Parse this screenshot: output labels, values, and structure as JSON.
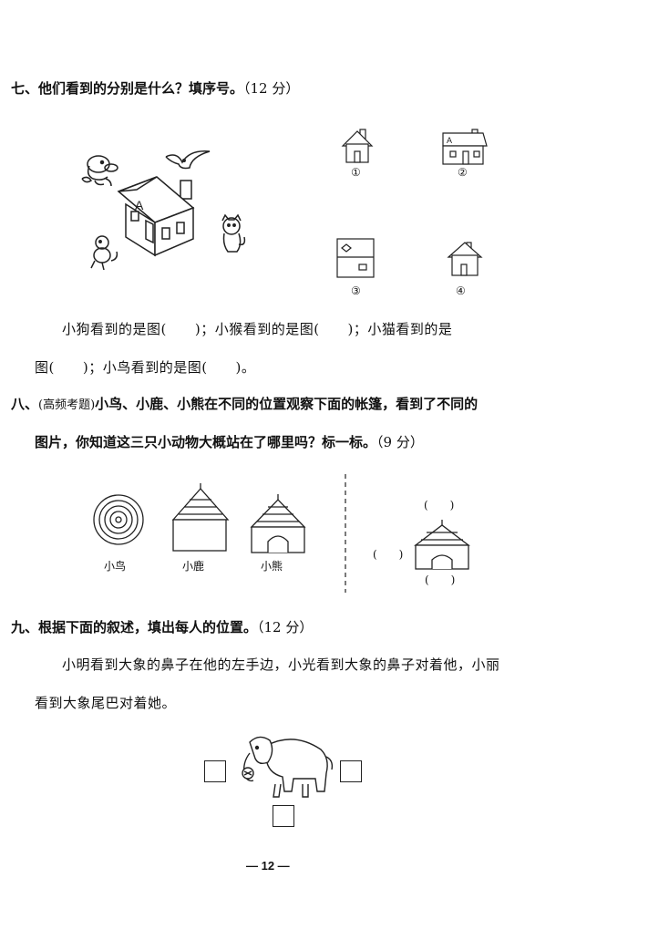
{
  "q7": {
    "title": "七、他们看到的分别是什么？填序号。",
    "score": "（12 分）",
    "options": [
      "①",
      "②",
      "③",
      "④"
    ],
    "roof_letter": "A",
    "line1": "小狗看到的是图(　　)；小猴看到的是图(　　)；小猫看到的是",
    "line2": "图(　　)；小鸟看到的是图(　　)。"
  },
  "q8": {
    "title_prefix": "八、",
    "tag": "(高频考题)",
    "title_rest": "小鸟、小鹿、小熊在不同的位置观察下面的帐篷，看到了不同的",
    "title_line2": "图片，你知道这三只小动物大概站在了哪里吗？标一标。",
    "score": "（9 分）",
    "labels": [
      "小鸟",
      "小鹿",
      "小熊"
    ],
    "paren_top": "(　　)",
    "paren_left": "(　　)",
    "paren_bottom": "(　　)"
  },
  "q9": {
    "title": "九、根据下面的叙述，填出每人的位置。",
    "score": "（12 分）",
    "line1": "小明看到大象的鼻子在他的左手边，小光看到大象的鼻子对着他，小丽",
    "line2": "看到大象尾巴对着她。"
  },
  "page_number": "— 12 —"
}
